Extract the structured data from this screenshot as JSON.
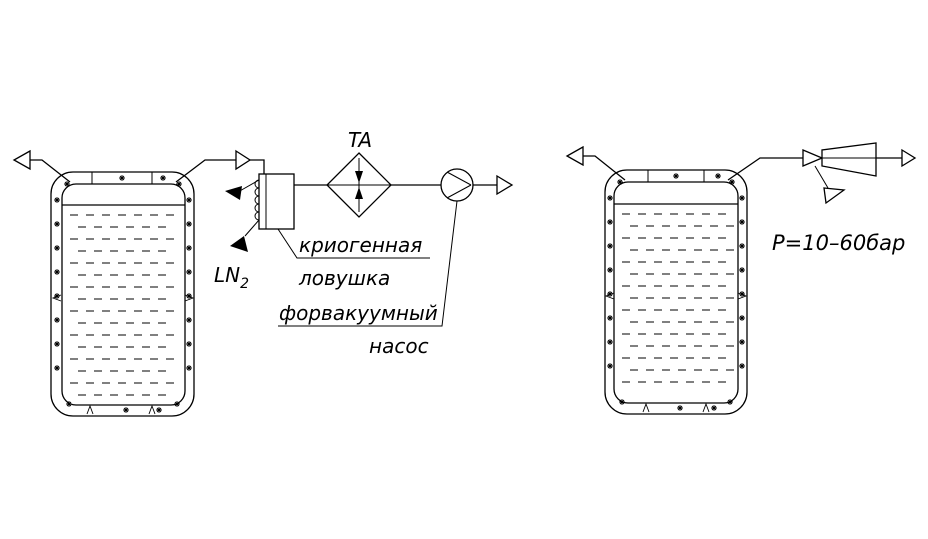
{
  "labels": {
    "heat_exchanger": "TA",
    "trap_line1": "криогенная",
    "trap_line2": "ловушка",
    "nitrogen": "LN",
    "nitrogen_sub": "2",
    "pump_line1": "форвакуумный",
    "pump_line2": "насос",
    "pressure": "P=10–60бар"
  },
  "colors": {
    "line": "#000000",
    "background": "#ffffff"
  },
  "icons": {
    "vessel": "dewar-vessel-icon",
    "heat_exchanger": "heat-exchanger-icon",
    "pump": "pump-icon",
    "trap": "cold-trap-icon",
    "compressor": "compressor-icon"
  }
}
